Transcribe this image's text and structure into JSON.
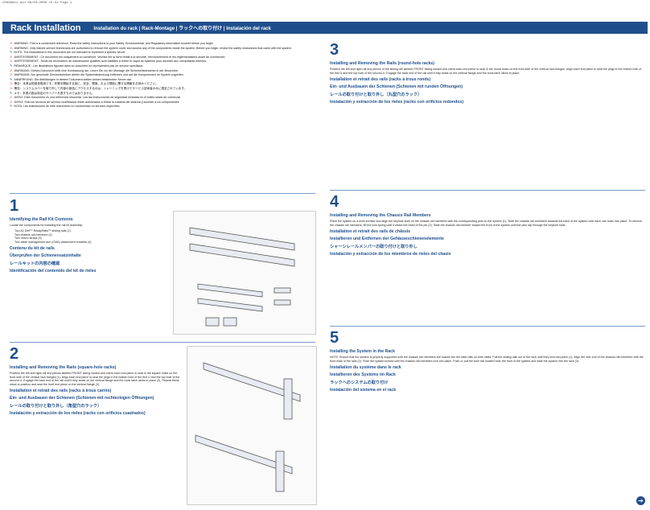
{
  "crop_line": "C0G98bk1.qxd   06/03/2009   15:52   Page 1",
  "header": {
    "title": "Rack Installation",
    "subtitle": "Installation du rack | Rack-Montage | ラックへの取り付け | Instalación del rack"
  },
  "warnings": [
    "WARNING: This is a condensed reference. Read the safety instructions in your Safety, Environmental, and Regulatory Information booklet before you begin.",
    "WARNING: Only trained service technicians are authorized to remove the system cover and access any of the components inside the system. Before you begin, review the safety instructions that came with the system.",
    "NOTE: The illustrations in this document are not intended to represent a specific server.",
    "AVERTISSEMENT : Ce document est uniquement un condensé. Veuillez lire la livret relatif à la sécurité, l'environnement et les réglementations avant de commencer.",
    "AVERTISSEMENT : Seuls les techniciens de maintenance qualifiés sont habilités à retirer le capot du système pour accéder aux composants internes.",
    "REMARQUE : Les illustrations figurant dans ce document ne représentent pas un serveur spécifique.",
    "WARNUNG: Dieses Dokument stellt eine Kurzfassung dar. Lesen Sie vor der Montage die Sicherheitshinweise in der Broschüre.",
    "WARNUNG: Nur geschulte Servicetechniker dürfen die Systemabdeckung entfernen und auf die Komponenten im System zugreifen.",
    "ANMERKUNG: Die Abbildungen in diesem Dokument stellen keinen bestimmten Server dar.",
    "警告：本書は簡易参照用です。作業を開始する前に、安全、環境、および規制に関する情報をお読みください。",
    "警告：システムカバーを取り外して内部の部品にアクセスするのは、トレーニングを受けたサービス技術者のみに限定されています。",
    "メモ：本書の図は特定のサーバーを表すものではありません。",
    "AVISO: Este documento es una referencia resumida. Lea las instrucciones de seguridad incluidas en el folleto antes de comenzar.",
    "AVISO: Sólo los técnicos de servicio cualificados están autorizados a retirar la cubierta del sistema y acceder a los componentes.",
    "NOTA: Las ilustraciones de este documento no representan un servidor específico."
  ],
  "step1": {
    "number": "1",
    "heading": "Identifying the Rail Kit Contents",
    "intro": "Locate the components for installing the rail kit assembly:",
    "items": [
      "Two A2 Dell™ ReadyRails™ sliding rails (1)",
      "Two chassis rail members (2)",
      "Two Velcro straps (3)",
      "Two cable management arm (CMA) attachment brackets (4)"
    ],
    "headings_more": [
      "Contenu du kit de rails",
      "Überprüfen der Schienensatzinhalte",
      "レールキットの内容の確認",
      "Identificación del contenido del kit de rieles"
    ]
  },
  "step2": {
    "number": "2",
    "heading": "Installing and Removing the Rails (square-hole racks)",
    "text": "Position the left and right rail end pieces labeled FRONT facing inward and orient each end piece to seat in the square holes on the front side of the vertical rack flanges (1). Align each end piece to seat the pegs in the bottom hole of the first U and the top hole of the second U. Engage the back end of the rail until it fully seats on the vertical flange and the hook latch clicks in place (2). Repeat these steps to position and seat the front end piece on the vertical flange (3).",
    "headings_more": [
      "Installation et retrait des rails (racks à trous carrés)",
      "Ein- und Ausbauen der Schienen (Schienen mit rechteckigen Öffnungen)",
      "レールの取り付けと取り外し（角型穴のラック）",
      "Instalación y extracción de los rieles (racks con orificios cuadrados)"
    ]
  },
  "step3": {
    "number": "3",
    "heading": "Installing and Removing the Rails (round-hole racks)",
    "text": "Position the left and right rail end pieces of the sliding rail labeled FRONT facing inward and orient each end piece to seat in the round holes on the front side of the vertical rack flanges. Align each end piece to seat the pegs in the bottom hole of the first U and the top hole of the second U. Engage the back end of the rail until it fully seats on the vertical flange and the hook latch clicks in place.",
    "headings_more": [
      "Installation et retrait des rails (racks à trous ronds)",
      "Ein- und Ausbauen der Schienen (Schienen mit runden Öffnungen)",
      "レールの取り付けと取り外し（丸型穴のラック）",
      "Instalación y extracción de los rieles (racks con orificios redondos)"
    ]
  },
  "step4": {
    "number": "4",
    "heading": "Installing and Removing the Chassis Rail Members",
    "text": "Place the system on a level surface and align the keyhole slots on the chassis rail members with the corresponding pins on the system (1). Slide the chassis rail members towards the back of the system until each one locks into place. To remove the chassis rail members, lift the lock spring until it clears the head of the pin (2). Slide the chassis rail member toward the front of the system until the pins slip through the keyhole slots.",
    "headings_more": [
      "Installation et retrait des rails de châssis",
      "Installieren und Entfernen der Gehäuseschienenelemente",
      "シャーシレールメンバーの取り付けと取り外し",
      "Instalación y extracción de los miembros de rieles del chasis"
    ]
  },
  "step5": {
    "number": "5",
    "heading": "Installing the System in the Rack",
    "text": "NOTE: Ensure that the system is properly supported until the chassis rail members are locked into the slide rails on both sides. Pull the sliding rails out of the rack until they lock into place (1). Align the rear end of the chassis rail members with the front ends of the rails (2). Push the system inward until the chassis rail members lock into place. Push or pull the blue tab located near the front of the system and slide the system into the rack (3).",
    "headings_more": [
      "Installation du système dans le rack",
      "Installieren des Systems im Rack",
      "ラックへのシステムの取り付け",
      "Instalación del sistema en el rack"
    ]
  },
  "icons": {
    "next": "arrow-right-icon",
    "warning": "warning-icon",
    "note": "note-icon"
  },
  "colors": {
    "accent": "#1f4e8c",
    "warning": "#c8102e"
  }
}
